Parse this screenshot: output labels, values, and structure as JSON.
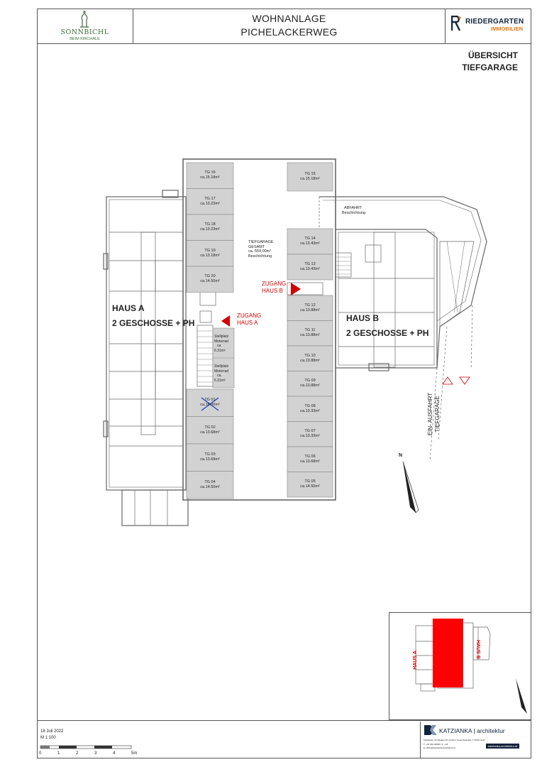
{
  "header": {
    "logo_left_name": "SONNBICHL",
    "logo_left_sub": "BEIM KIRCHALE",
    "title_line1": "WOHNANLAGE",
    "title_line2": "PICHELACKERWEG",
    "logo_right_name": "RIEDERGARTEN",
    "logo_right_sub": "IMMOBILIEN"
  },
  "subtitle": {
    "line1": "ÜBERSICHT",
    "line2": "TIEFGARAGE"
  },
  "plan": {
    "haus_a": {
      "name": "HAUS A",
      "floors": "2 GESCHOSSE + PH"
    },
    "haus_b": {
      "name": "HAUS B",
      "floors": "2 GESCHOSSE + PH"
    },
    "tiefgarage": {
      "l1": "TIEFGARAGE",
      "l2": "GESAMT",
      "l3": "ca. 559,00m²",
      "l4": "Beschichtung"
    },
    "abfahrt": {
      "l1": "ABFAHRT",
      "l2": "Beschichtung"
    },
    "zugang_a": {
      "l1": "ZUGANG",
      "l2": "HAUS A"
    },
    "zugang_b": {
      "l1": "ZUGANG",
      "l2": "HAUS B"
    },
    "einfahrt": {
      "l1": "EIN- AUSFAHRT",
      "l2": "TIEFGARAGE"
    },
    "moto1": {
      "l1": "Stellplatz",
      "l2": "Motorrad",
      "l3": "ca.",
      "l4": "6.31m²"
    },
    "moto2": {
      "l1": "Stellplatz",
      "l2": "Motorrad",
      "l3": "ca.",
      "l4": "6.31m²"
    },
    "north": "N",
    "spots_left": [
      {
        "id": "TG 16",
        "area": "ca.15.18m²"
      },
      {
        "id": "TG 17",
        "area": "ca.13.23m²"
      },
      {
        "id": "TG 18",
        "area": "ca.13.23m²"
      },
      {
        "id": "TG 19",
        "area": "ca.13.18m²"
      },
      {
        "id": "TG 20",
        "area": "ca.14.50m²"
      }
    ],
    "spots_left_low": [
      {
        "id": "TG 01",
        "area": "ca.18.00m²"
      },
      {
        "id": "TG 02",
        "area": "ca.13.68m²"
      },
      {
        "id": "TG 03",
        "area": "ca.13.68m²"
      },
      {
        "id": "TG 04",
        "area": "ca.14.50m²"
      }
    ],
    "spots_right_top": [
      {
        "id": "TG 15",
        "area": "ca.15.18m²"
      }
    ],
    "spots_right": [
      {
        "id": "TG 14",
        "area": "ca.13.43m²"
      },
      {
        "id": "TG 13",
        "area": "ca.13.43m²"
      }
    ],
    "spots_right_low": [
      {
        "id": "TG 12",
        "area": "ca.13.88m²"
      },
      {
        "id": "TG 11",
        "area": "ca.13.88m²"
      },
      {
        "id": "TG 10",
        "area": "ca.13.88m²"
      },
      {
        "id": "TG 09",
        "area": "ca.13.88m²"
      },
      {
        "id": "TG 08",
        "area": "ca.13.33m²"
      },
      {
        "id": "TG 07",
        "area": "ca.13.33m²"
      },
      {
        "id": "TG 06",
        "area": "ca.13.68m²"
      },
      {
        "id": "TG 05",
        "area": "ca.14.50m²"
      }
    ]
  },
  "minimap": {
    "haus_a": "HAUS A",
    "haus_b": "HAUS B"
  },
  "footer": {
    "date": "18 Juli 2022",
    "scale": "M 1:100",
    "ticks": [
      "0",
      "1",
      "2",
      "3",
      "4",
      "5m"
    ],
    "architect_name": "KATZIANKA",
    "architect_suffix": "| architektur",
    "architect_addr": "Katzianka | Architekten ZT GmbH | Gewerbestraße 7 | 8010 Graz",
    "architect_contact": "T: +43 316 00000 | F: +43",
    "architect_mail": "E: office@katzianka-architektur.at",
    "architect_web": "katzianka-architektur.at"
  },
  "colors": {
    "spot_fill": "#d2d2d2",
    "red": "#d40000",
    "green": "#3d6b3a",
    "orange": "#e07a10",
    "blue": "#1a3cc8"
  }
}
